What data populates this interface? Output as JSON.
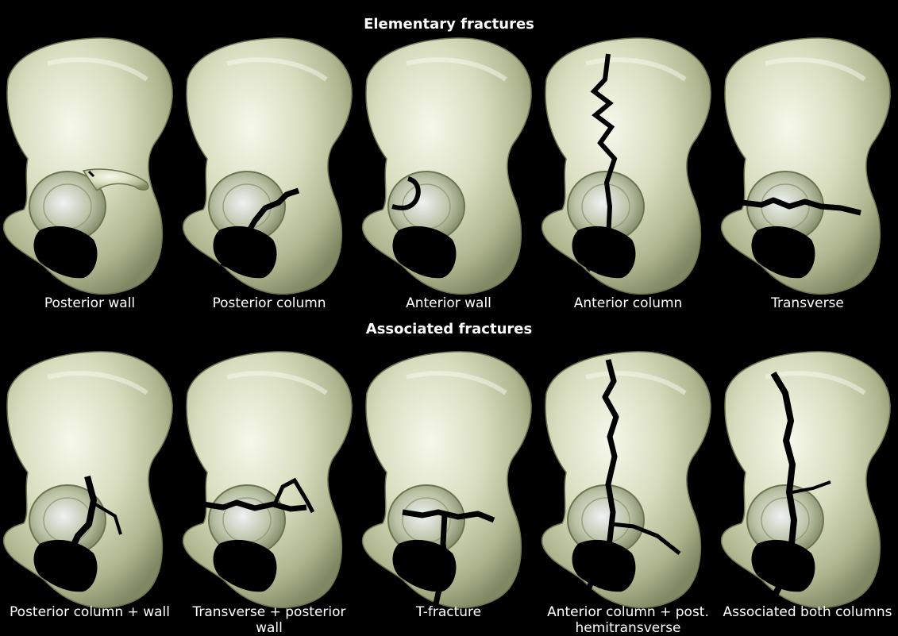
{
  "headings": {
    "elementary": "Elementary fractures",
    "associated": "Associated fractures"
  },
  "elementary": [
    {
      "label": "Posterior wall"
    },
    {
      "label": "Posterior column"
    },
    {
      "label": "Anterior wall"
    },
    {
      "label": "Anterior column"
    },
    {
      "label": "Transverse"
    }
  ],
  "associated": [
    {
      "label": "Posterior column + wall"
    },
    {
      "label": "Transverse + posterior wall"
    },
    {
      "label": "T-fracture"
    },
    {
      "label": "Anterior column + post. hemitransverse"
    },
    {
      "label": "Associated both columns"
    }
  ],
  "colors": {
    "background": "#000000",
    "bone": "#dfe3c8",
    "fracture": "#000000"
  }
}
